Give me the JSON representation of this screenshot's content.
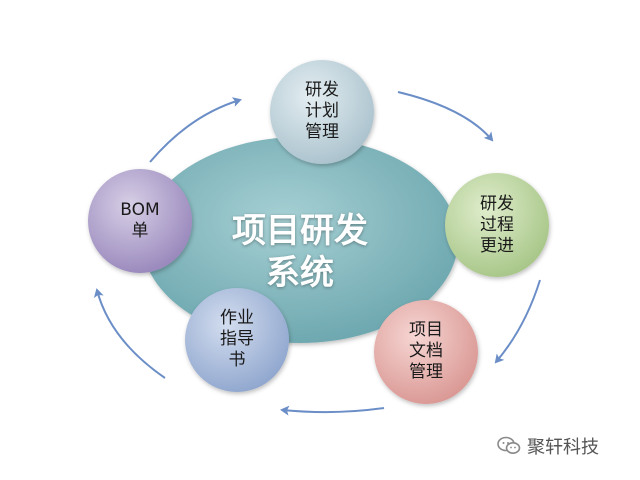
{
  "center": {
    "title": "项目研发\n系统",
    "color": "#7fb7bd"
  },
  "nodes": [
    {
      "key": "plan",
      "label": "研发\n计划\n管理",
      "color": "#b7cdd6"
    },
    {
      "key": "process",
      "label": "研发\n过程\n更进",
      "color": "#b7d29a"
    },
    {
      "key": "docs",
      "label": "项目\n文档\n管理",
      "color": "#e5aba6"
    },
    {
      "key": "instruction",
      "label": "作业\n指导\n书",
      "color": "#9fb4d7"
    },
    {
      "key": "bom",
      "label": "BOM\n单",
      "color": "#a99ac6"
    }
  ],
  "arrow_color": "#6b8ec7",
  "watermark": {
    "text": "聚轩科技",
    "icon": "wechat-icon"
  }
}
